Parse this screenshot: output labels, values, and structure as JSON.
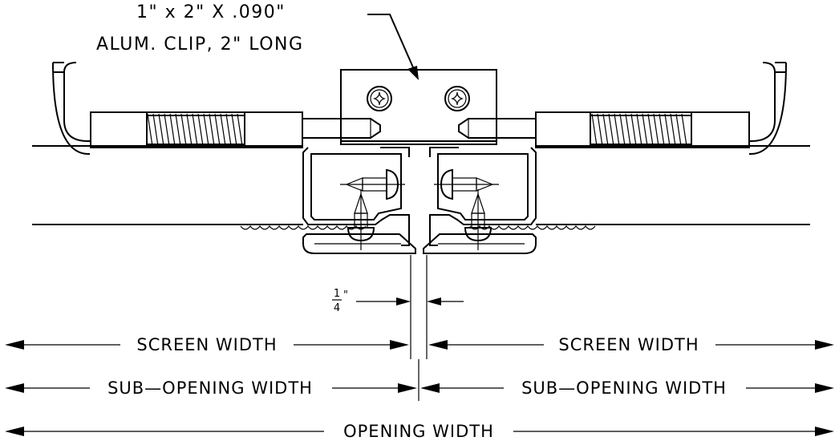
{
  "callout": {
    "line1": "1\" x 2\" X .090\"",
    "line2": "ALUM. CLIP, 2\" LONG"
  },
  "gap": {
    "numerator": "1",
    "denominator": "4",
    "unit": "\""
  },
  "dimensions": {
    "screen_left": "SCREEN WIDTH",
    "screen_right": "SCREEN WIDTH",
    "sub_left": "SUB—OPENING WIDTH",
    "sub_right": "SUB—OPENING WIDTH",
    "opening": "OPENING WIDTH"
  }
}
